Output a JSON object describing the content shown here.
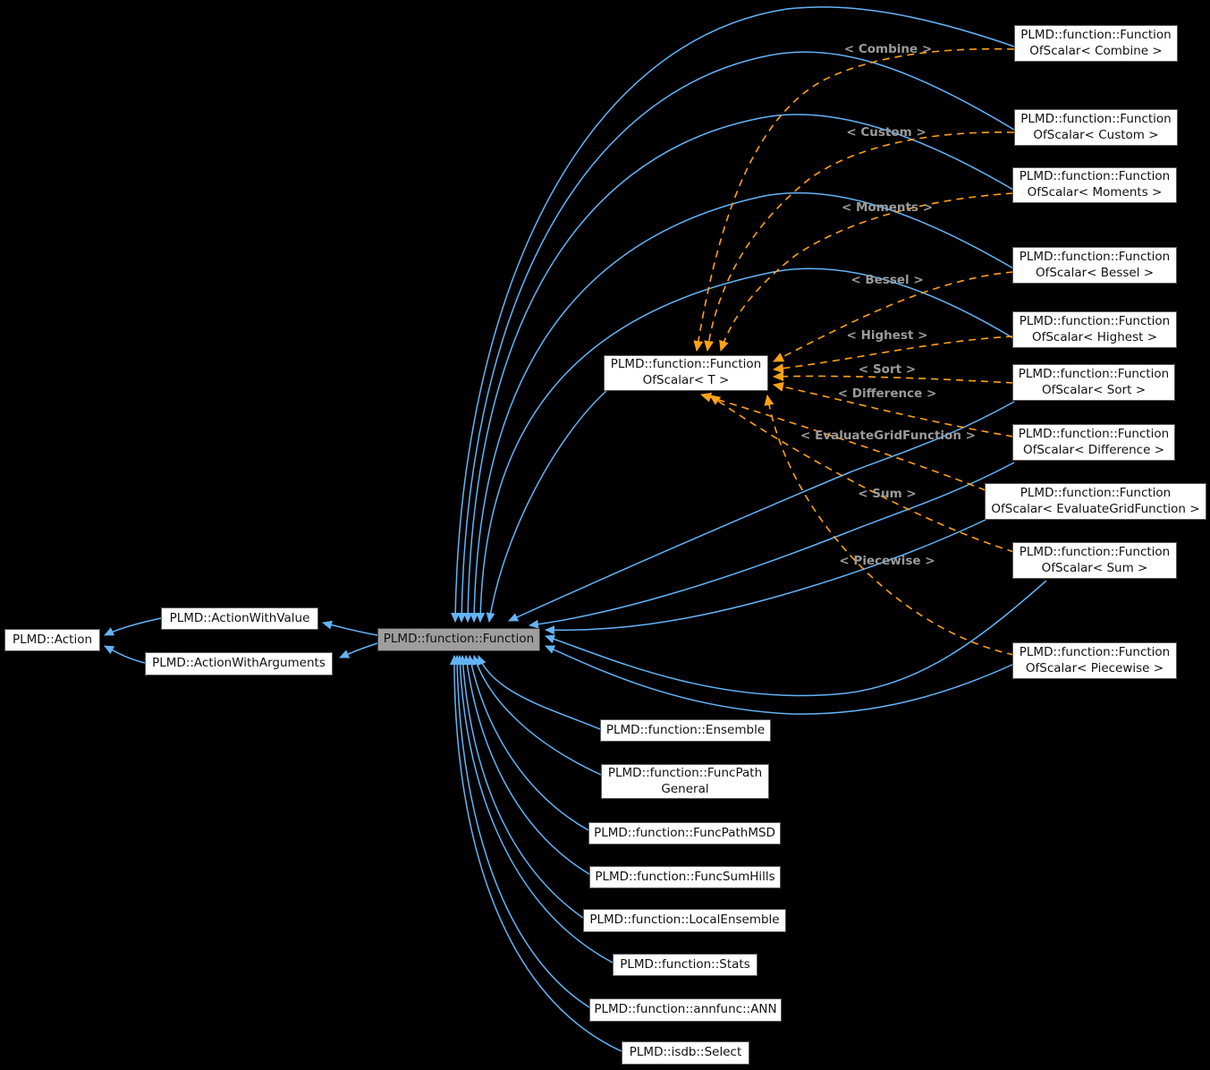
{
  "diagram": {
    "type": "class-inheritance-graph",
    "colors": {
      "background": "#000000",
      "inheritance_edge": "#63b4f7",
      "template_instantiation_edge": "#ffa216",
      "node_fill": "#ffffff",
      "node_border": "#5a5a5a",
      "node_text": "#111111",
      "focus_node_fill": "#9e9e9e",
      "edge_label_text": "#9b9b9b"
    },
    "nodes": {
      "action": {
        "label": "PLMD::Action"
      },
      "action_with_value": {
        "label": "PLMD::ActionWithValue"
      },
      "action_with_arguments": {
        "label": "PLMD::ActionWithArguments"
      },
      "function": {
        "label": "PLMD::function::Function"
      },
      "function_of_scalar_t": {
        "line1": "PLMD::function::Function",
        "line2": "OfScalar< T >"
      },
      "combine": {
        "line1": "PLMD::function::Function",
        "line2": "OfScalar< Combine >"
      },
      "custom": {
        "line1": "PLMD::function::Function",
        "line2": "OfScalar< Custom >"
      },
      "moments": {
        "line1": "PLMD::function::Function",
        "line2": "OfScalar< Moments >"
      },
      "bessel": {
        "line1": "PLMD::function::Function",
        "line2": "OfScalar< Bessel >"
      },
      "highest": {
        "line1": "PLMD::function::Function",
        "line2": "OfScalar< Highest >"
      },
      "sort": {
        "line1": "PLMD::function::Function",
        "line2": "OfScalar< Sort >"
      },
      "difference": {
        "line1": "PLMD::function::Function",
        "line2": "OfScalar< Difference >"
      },
      "evaluate_grid_function": {
        "line1": "PLMD::function::Function",
        "line2": "OfScalar< EvaluateGridFunction >"
      },
      "sum": {
        "line1": "PLMD::function::Function",
        "line2": "OfScalar< Sum >"
      },
      "piecewise": {
        "line1": "PLMD::function::Function",
        "line2": "OfScalar< Piecewise >"
      },
      "ensemble": {
        "label": "PLMD::function::Ensemble"
      },
      "func_path_general": {
        "line1": "PLMD::function::FuncPath",
        "line2": "General"
      },
      "func_path_msd": {
        "label": "PLMD::function::FuncPathMSD"
      },
      "func_sum_hills": {
        "label": "PLMD::function::FuncSumHills"
      },
      "local_ensemble": {
        "label": "PLMD::function::LocalEnsemble"
      },
      "stats": {
        "label": "PLMD::function::Stats"
      },
      "ann": {
        "label": "PLMD::function::annfunc::ANN"
      },
      "select": {
        "label": "PLMD::isdb::Select"
      }
    },
    "edge_labels": {
      "combine": "< Combine >",
      "custom": "< Custom >",
      "moments": "< Moments >",
      "bessel": "< Bessel >",
      "highest": "< Highest >",
      "sort": "< Sort >",
      "difference": "< Difference >",
      "evaluate_grid_function": "< EvaluateGridFunction >",
      "sum": "< Sum >",
      "piecewise": "< Piecewise >"
    }
  }
}
